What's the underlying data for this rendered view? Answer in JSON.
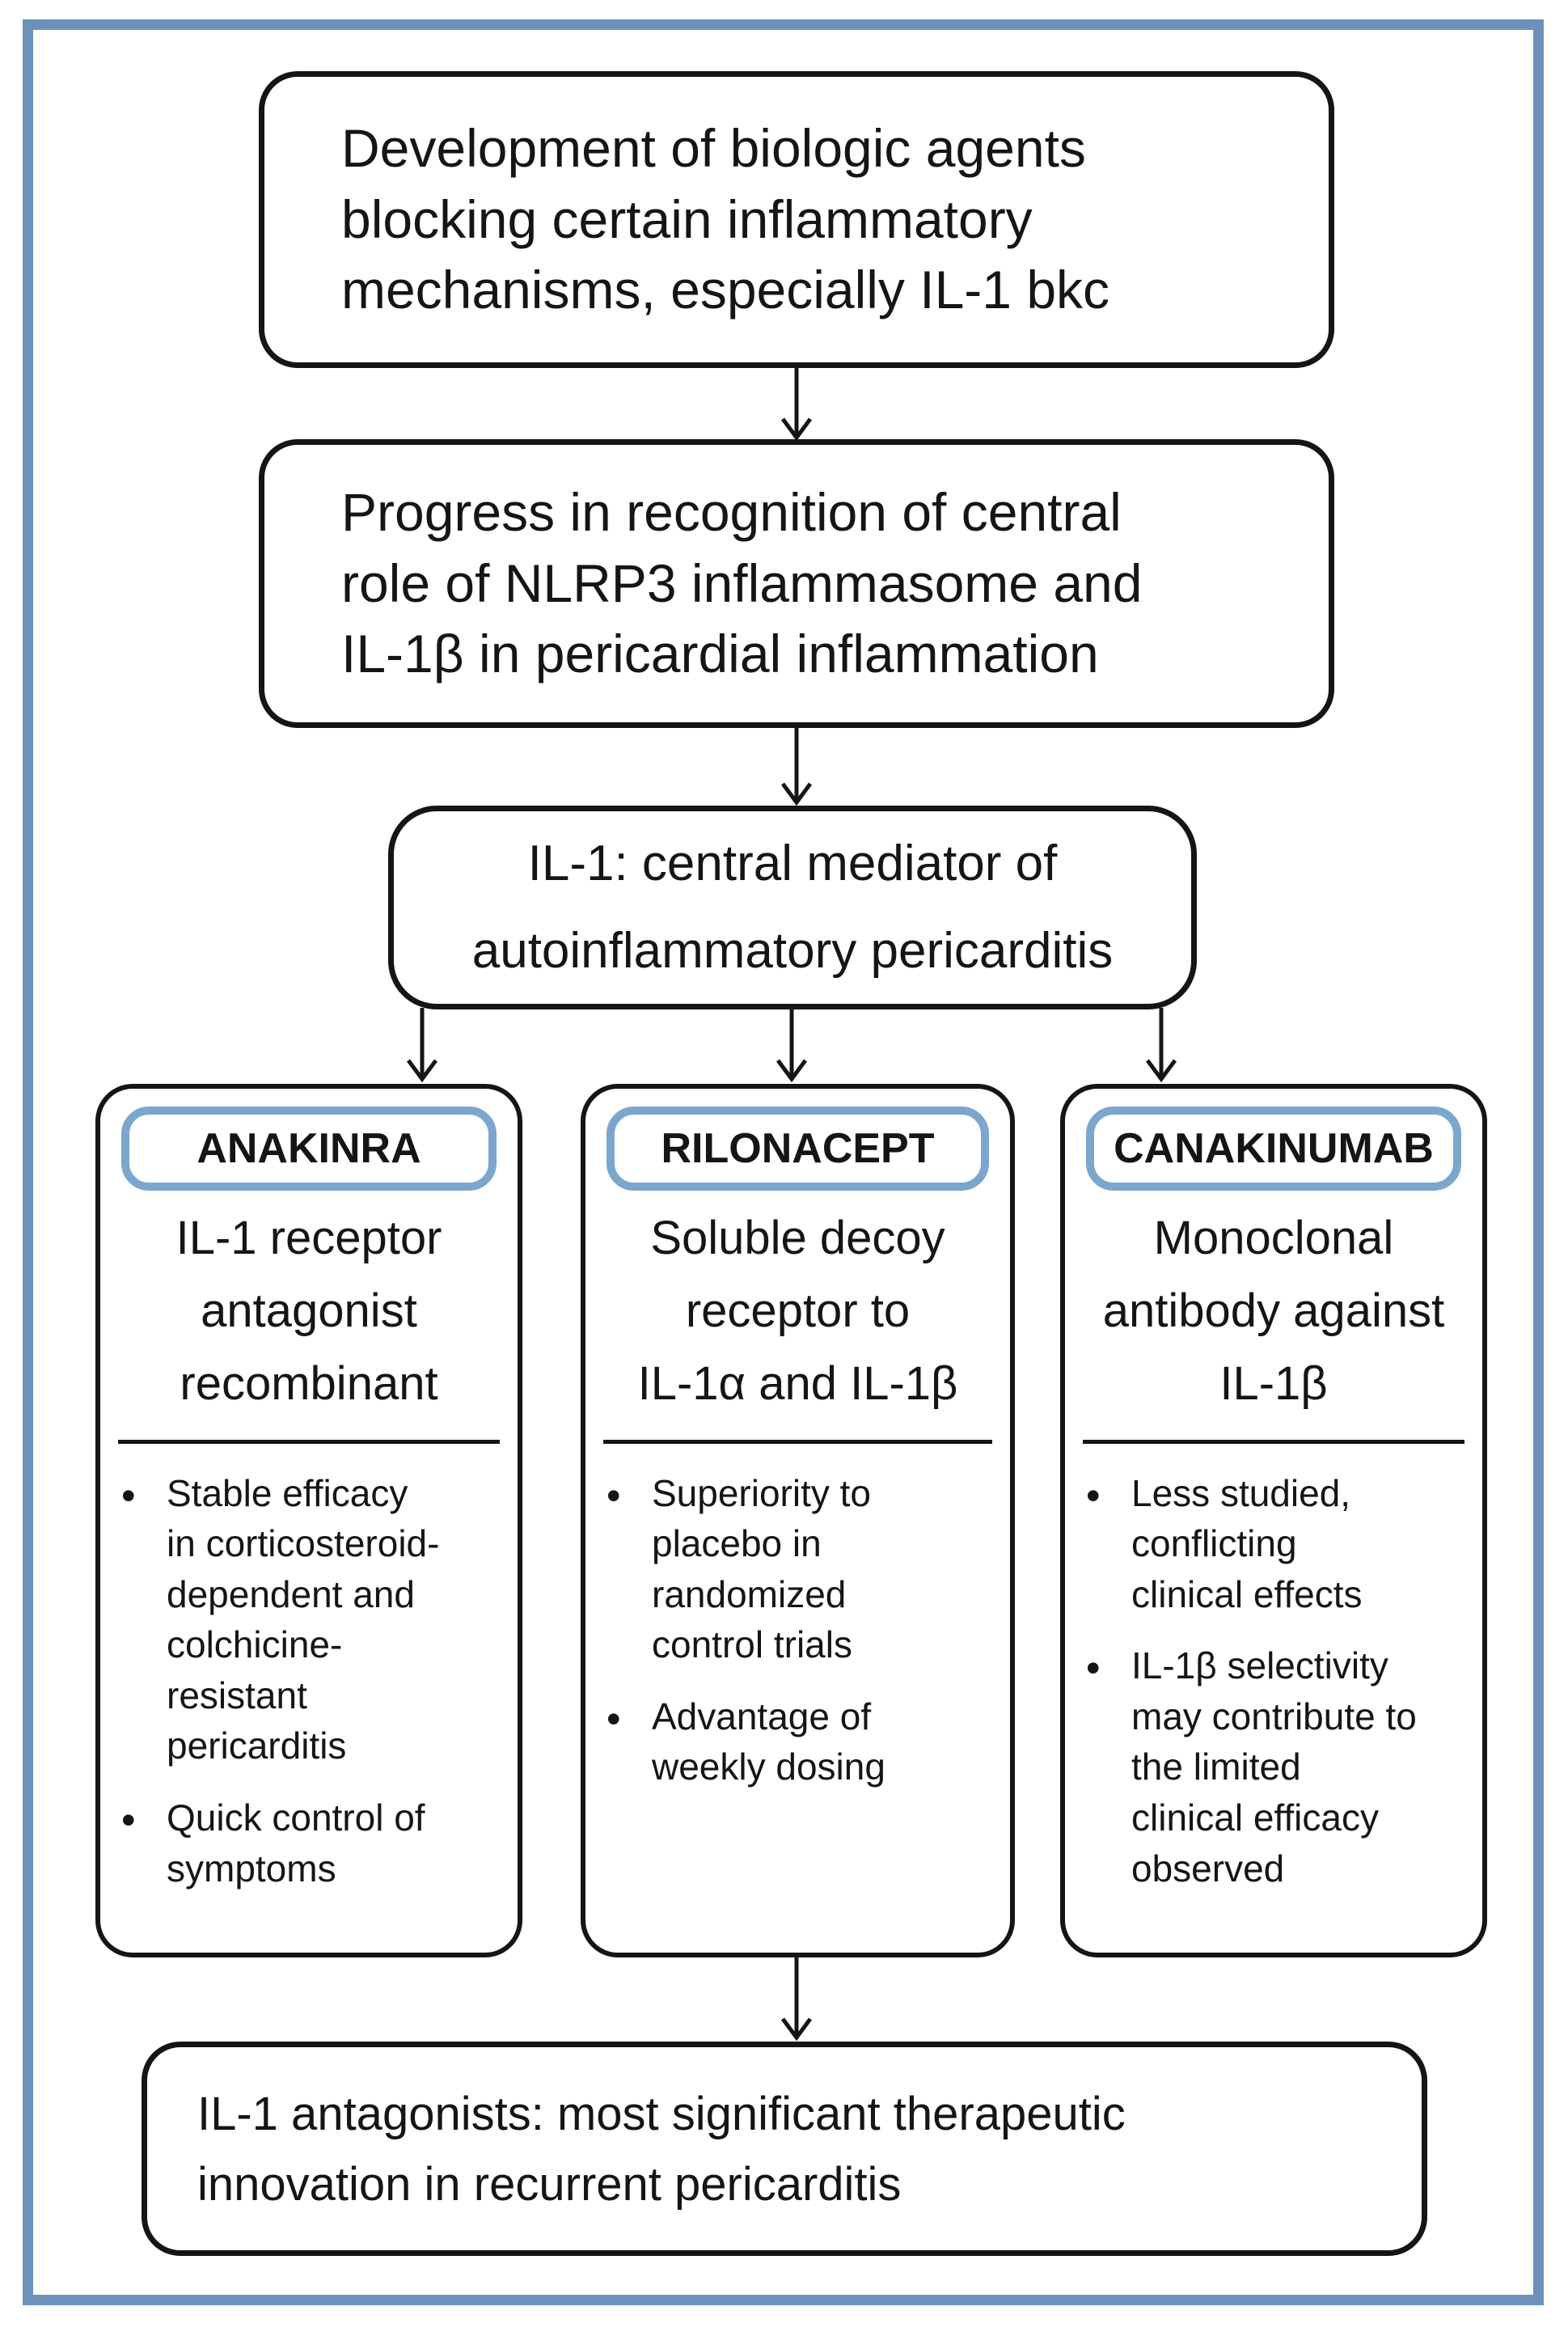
{
  "colors": {
    "frame-blue": "#6c92bb",
    "capsule-blue": "#7ba6ce",
    "ink": "#151515"
  },
  "glyphs": {
    "bullet": "•"
  },
  "flow": {
    "development": "Development of biologic agents\nblocking certain inflammatory\nmechanisms, especially IL-1 bkc",
    "progress": "Progress in recognition of central\nrole of NLRP3 inflammasome and\nIL-1β in pericardial inflammation",
    "mediator": "IL-1: central mediator of\nautoinflammatory pericarditis",
    "conclusion": "IL-1 antagonists: most significant therapeutic\ninnovation in recurrent pericarditis"
  },
  "drugs": [
    {
      "name": "ANAKINRA",
      "description": "IL-1 receptor\nantagonist\nrecombinant",
      "bullets": [
        "Stable efficacy\nin corticosteroid-\ndependent and\ncolchicine-\nresistant\npericarditis",
        "Quick control of\nsymptoms"
      ]
    },
    {
      "name": "RILONACEPT",
      "description": "Soluble decoy\nreceptor to\nIL-1α and IL-1β",
      "bullets": [
        "Superiority to\nplacebo in\nrandomized\ncontrol trials",
        "Advantage of\nweekly dosing"
      ]
    },
    {
      "name": "CANAKINUMAB",
      "description": "Monoclonal\nantibody against\nIL-1β",
      "bullets": [
        "Less studied,\nconflicting\nclinical effects",
        "IL-1β selectivity\nmay contribute to\nthe limited\nclinical efficacy\nobserved"
      ]
    }
  ]
}
